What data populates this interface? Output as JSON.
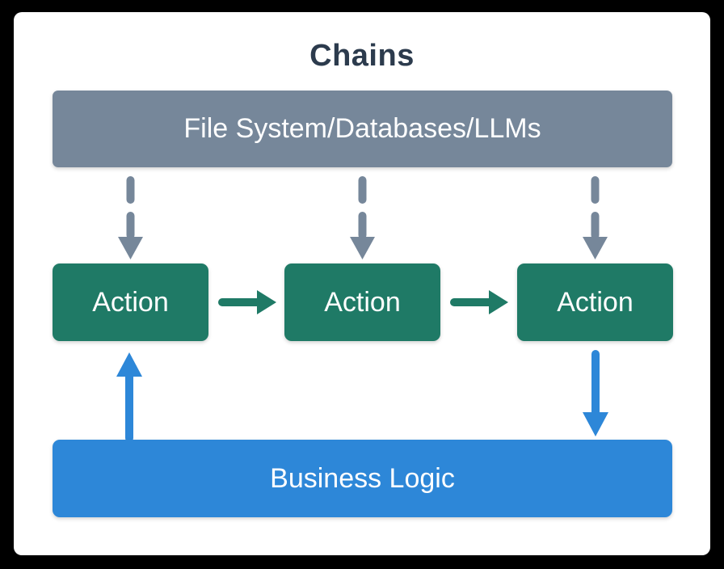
{
  "diagram": {
    "title": "Chains",
    "resources_node": {
      "label": "File System/Databases/LLMs"
    },
    "actions": [
      {
        "label": "Action"
      },
      {
        "label": "Action"
      },
      {
        "label": "Action"
      }
    ],
    "business_node": {
      "label": "Business Logic"
    },
    "colors": {
      "background": "#000000",
      "card": "#ffffff",
      "title_text": "#2c3b4d",
      "resources_bar": "#76879A",
      "action_box": "#1f7a66",
      "business_bar": "#2d87d8",
      "dashed_arrow": "#76879A",
      "flow_arrow": "#1f7a66",
      "logic_arrow": "#2d87d8",
      "node_text": "#ffffff"
    }
  }
}
